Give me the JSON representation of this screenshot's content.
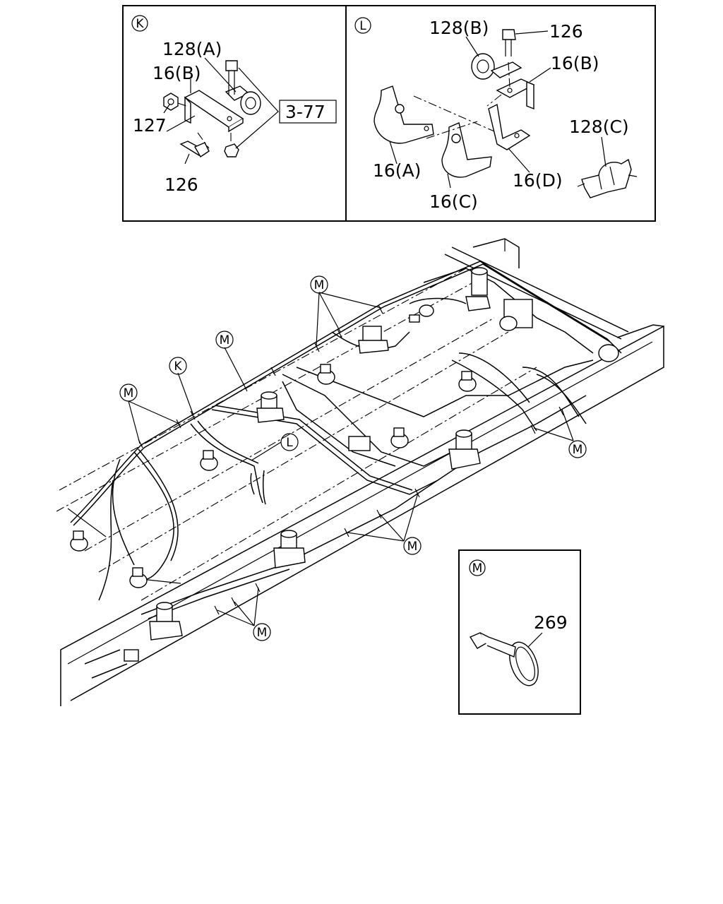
{
  "panel_k": {
    "marker": "K",
    "labels": {
      "bracket_128a": "128(A)",
      "bracket_16b": "16(B)",
      "nut_127": "127",
      "bolt_126": "126",
      "reference": "3-77"
    }
  },
  "panel_l": {
    "marker": "L",
    "labels": {
      "clip_128b": "128(B)",
      "bolt_126": "126",
      "bracket_16b": "16(B)",
      "clip_128c": "128(C)",
      "bracket_16a": "16(A)",
      "bracket_16c": "16(C)",
      "bracket_16d": "16(D)"
    }
  },
  "main": {
    "callouts": {
      "m1": "M",
      "m2": "M",
      "k": "K",
      "m3": "M",
      "l": "L",
      "m4": "M",
      "m5": "M",
      "m6": "M"
    }
  },
  "panel_m": {
    "marker": "M",
    "labels": {
      "band_269": "269"
    }
  }
}
